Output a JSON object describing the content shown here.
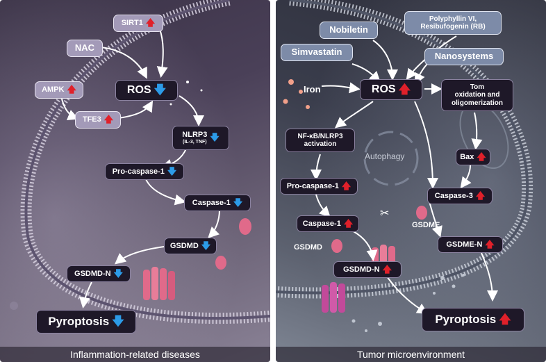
{
  "colors": {
    "up_arrow": "#e0202a",
    "down_arrow": "#2c9be8",
    "node_dark": "#1e1828",
    "node_light": "#a39ab8",
    "protein_pink": "#e06a8a"
  },
  "left": {
    "sirt1": "SIRT1",
    "nac": "NAC",
    "ampk": "AMPK",
    "ros": "ROS",
    "tfe3": "TFE3",
    "nlrp3": "NLRP3",
    "nlrp3_sub": "(IL-3, TNF)",
    "pro_caspase1": "Pro-caspase-1",
    "caspase1": "Caspase-1",
    "gsdmd": "GSDMD",
    "gsdmd_n": "GSDMD-N",
    "pyroptosis": "Pyroptosis",
    "caption": "Inflammation-related diseases"
  },
  "right": {
    "nobiletin": "Nobiletin",
    "polyphyllin_line1": "Polyphyllin VI,",
    "polyphyllin_line2": "Resibufogenin (RB)",
    "simvastatin": "Simvastatin",
    "nanosystems": "Nanosystems",
    "iron": "Iron",
    "ros": "ROS",
    "tom_line1": "Tom",
    "tom_line2": "oxidation and",
    "tom_line3": "oligomerization",
    "nfkb_line1": "NF-κB/NLRP3",
    "nfkb_line2": "activation",
    "autophagy": "Autophagy",
    "bax": "Bax",
    "pro_caspase1": "Pro-caspase-1",
    "caspase3": "Caspase-3",
    "gsdme": "GSDME",
    "caspase1": "Caspase-1",
    "gsdme_n": "GSDME-N",
    "gsdmd": "GSDMD",
    "gsdmd_n": "GSDMD-N",
    "pyroptosis": "Pyroptosis",
    "caption": "Tumor microenvironment"
  },
  "arrows": {
    "up": "🡅",
    "down": "🡇"
  }
}
